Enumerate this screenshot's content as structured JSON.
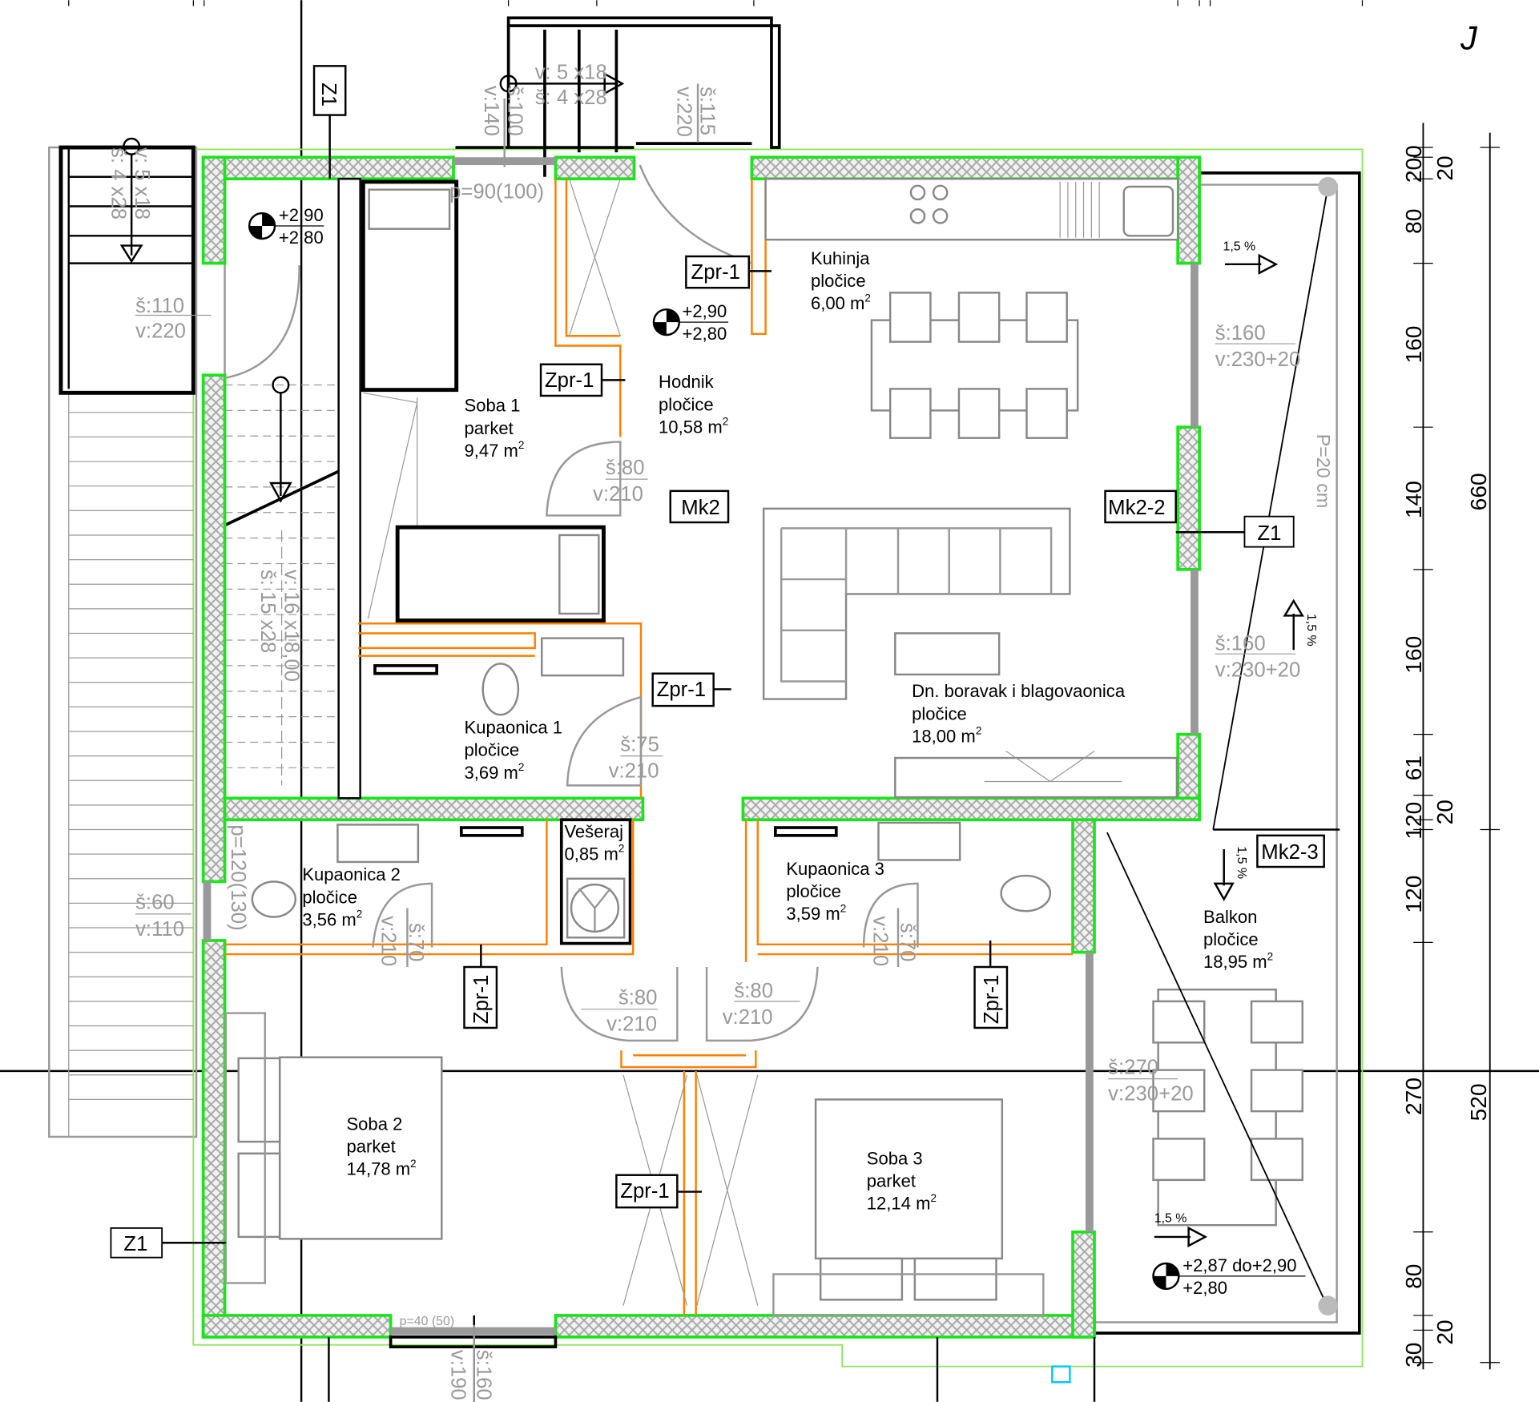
{
  "north_mark": "J",
  "rooms": [
    {
      "name": "Soba 1",
      "floor": "parket",
      "area": "9,47 m",
      "sup": "2"
    },
    {
      "name": "Hodnik",
      "floor": "pločice",
      "area": "10,58 m",
      "sup": "2"
    },
    {
      "name": "Kuhinja",
      "floor": "pločice",
      "area": "6,00 m",
      "sup": "2"
    },
    {
      "name": "Dn. boravak i blagovaonica",
      "floor": "pločice",
      "area": "18,00 m",
      "sup": "2"
    },
    {
      "name": "Kupaonica 1",
      "floor": "pločice",
      "area": "3,69 m",
      "sup": "2"
    },
    {
      "name": "Kupaonica 2",
      "floor": "pločice",
      "area": "3,56 m",
      "sup": "2"
    },
    {
      "name": "Vešeraj",
      "area": "0,85 m",
      "sup": "2"
    },
    {
      "name": "Kupaonica 3",
      "floor": "pločice",
      "area": "3,59 m",
      "sup": "2"
    },
    {
      "name": "Balkon",
      "floor": "pločice",
      "area": "18,95 m",
      "sup": "2"
    },
    {
      "name": "Soba 2",
      "floor": "parket",
      "area": "14,78 m",
      "sup": "2"
    },
    {
      "name": "Soba 3",
      "floor": "parket",
      "area": "12,14 m",
      "sup": "2"
    }
  ],
  "tags": [
    "Z1",
    "Zpr-1",
    "Zpr-1",
    "Mk2",
    "Mk2-2",
    "Z1",
    "Zpr-1",
    "Mk2-3",
    "Zpr-1",
    "Zpr-1",
    "Zpr-1",
    "Z1"
  ],
  "levels": [
    {
      "top": "+2,90",
      "bottom": "+2,80"
    },
    {
      "top": "+2,90",
      "bottom": "+2,80"
    },
    {
      "top": "+2,87 do+2,90",
      "bottom": "+2,80"
    }
  ],
  "openings": [
    {
      "w": "š:110",
      "h": "v:220"
    },
    {
      "w": "š:80",
      "h": "v:210"
    },
    {
      "w": "š:75",
      "h": "v:210"
    },
    {
      "w": "š:160",
      "h": "v:230+20"
    },
    {
      "w": "š:160",
      "h": "v:230+20"
    },
    {
      "w": "š:60",
      "h": "v:110"
    },
    {
      "w": "š:80",
      "h": "v:210"
    },
    {
      "w": "š:80",
      "h": "v:210"
    },
    {
      "w": "š:270",
      "h": "v:230+20"
    }
  ],
  "vertical_openings": [
    {
      "h": "v:140",
      "w": "š:100"
    },
    {
      "h": "v:220",
      "w": "š:115"
    },
    {
      "h": "v:210",
      "w": "š:70"
    },
    {
      "h": "v:210",
      "w": "š:70"
    },
    {
      "h": "v:190",
      "w": "š:160"
    }
  ],
  "stairs": [
    {
      "rise": "v: 5 x18",
      "run": "š: 4 x28"
    },
    {
      "rise": "v: 5 x18",
      "run": "š: 4 x28"
    },
    {
      "rise": "v: 16 x18,00",
      "run": "š: 15 x28"
    }
  ],
  "sill_notes": [
    "p=90(100)",
    "p=120(130)",
    "p=40 (50)"
  ],
  "parapet_note": "P=20 cm",
  "slopes": [
    "1,5 %",
    "1,5 %",
    "1,5 %",
    "1,5 %"
  ],
  "dimensions": {
    "inner": [
      "200",
      "20",
      "80",
      "160",
      "140",
      "160",
      "61",
      "120",
      "20",
      "120",
      "270",
      "80",
      "20",
      "30"
    ],
    "outer": [
      "660",
      "520"
    ]
  }
}
